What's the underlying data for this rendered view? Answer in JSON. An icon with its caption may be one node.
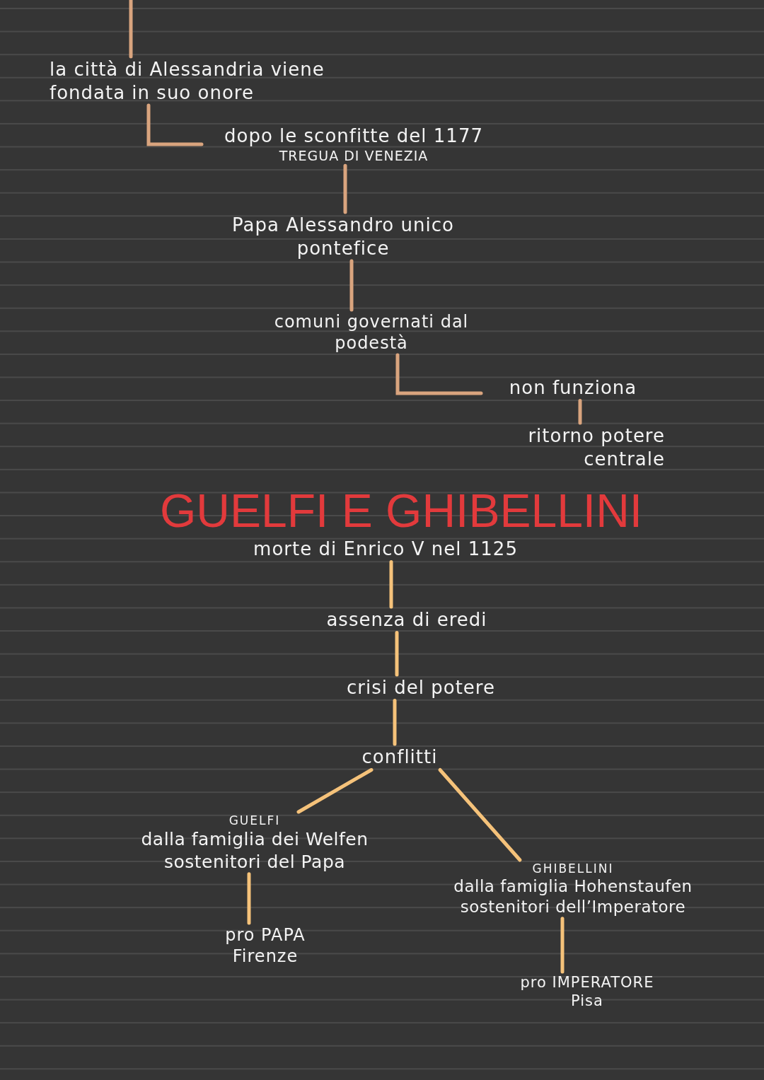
{
  "diagram": {
    "title": "GUELFI E GHIBELLINI",
    "nodes": [
      {
        "text": [
          "la città di Alessandria viene fondata in suo onore"
        ]
      },
      {
        "text": [
          "dopo le sconfitte del 1177",
          "TREGUA DI VENEZIA"
        ]
      },
      {
        "text": [
          "Papa Alessandro unico pontefice"
        ]
      },
      {
        "text": [
          "comuni governati dal podestà"
        ]
      },
      {
        "text": [
          "non funziona"
        ]
      },
      {
        "text": [
          "ritorno potere centrale"
        ]
      },
      {
        "text": [
          "morte di Enrico V nel 1125"
        ]
      },
      {
        "text": [
          "assenza di eredi"
        ]
      },
      {
        "text": [
          "crisi del potere"
        ]
      },
      {
        "text": [
          "conflitti"
        ]
      },
      {
        "text": [
          "GUELFI",
          "dalla famiglia dei Welfen sostenitori del Papa"
        ]
      },
      {
        "text": [
          "pro PAPA",
          "Firenze"
        ]
      },
      {
        "text": [
          "GHIBELLINI",
          "dalla famiglia Hohenstaufen sostenitori dell’Imperatore"
        ]
      },
      {
        "text": [
          "pro IMPERATORE",
          "Pisa"
        ]
      }
    ],
    "edges": [
      {
        "from": null,
        "to": 0,
        "arrow": "none",
        "color": "#d9a47e"
      },
      {
        "from": 0,
        "to": 1,
        "arrow": "none",
        "color": "#d9a47e"
      },
      {
        "from": 1,
        "to": 2,
        "arrow": "none",
        "color": "#d9a47e"
      },
      {
        "from": 2,
        "to": 3,
        "arrow": "none",
        "color": "#d9a47e"
      },
      {
        "from": 3,
        "to": 4,
        "arrow": "none",
        "color": "#d9a47e"
      },
      {
        "from": 4,
        "to": 5,
        "arrow": "none",
        "color": "#d9a47e"
      },
      {
        "from": 6,
        "to": 7,
        "arrow": "none"
      },
      {
        "from": 7,
        "to": 8,
        "arrow": "none"
      },
      {
        "from": 8,
        "to": 9,
        "arrow": "none"
      },
      {
        "from": 9,
        "to": 10,
        "arrow": "none"
      },
      {
        "from": 9,
        "to": 12,
        "arrow": "none"
      },
      {
        "from": 10,
        "to": 11,
        "arrow": "none"
      },
      {
        "from": 12,
        "to": 13,
        "arrow": "none"
      }
    ]
  }
}
